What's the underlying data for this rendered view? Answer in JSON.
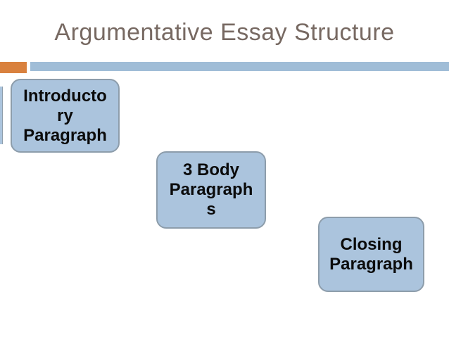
{
  "slide": {
    "title": "Argumentative Essay Structure",
    "colors": {
      "background": "#ffffff",
      "title_text": "#776962",
      "accent_orange": "#d9813e",
      "accent_blue_bar": "#a0bdd7",
      "box_fill": "#abc4dd",
      "box_border": "#8d9dab",
      "box_text": "#0b0b0b"
    },
    "diagram": {
      "boxes": [
        {
          "id": "introductory-paragraph",
          "text": "Introductory Paragraph",
          "lines": [
            "Introducto",
            "ry",
            "Paragraph"
          ]
        },
        {
          "id": "body-paragraphs",
          "text": "3 Body Paragraphs",
          "lines": [
            "3 Body",
            "Paragraph",
            "s"
          ]
        },
        {
          "id": "closing-paragraph",
          "text": "Closing Paragraph",
          "lines": [
            "Closing",
            "Paragraph"
          ]
        }
      ]
    }
  }
}
